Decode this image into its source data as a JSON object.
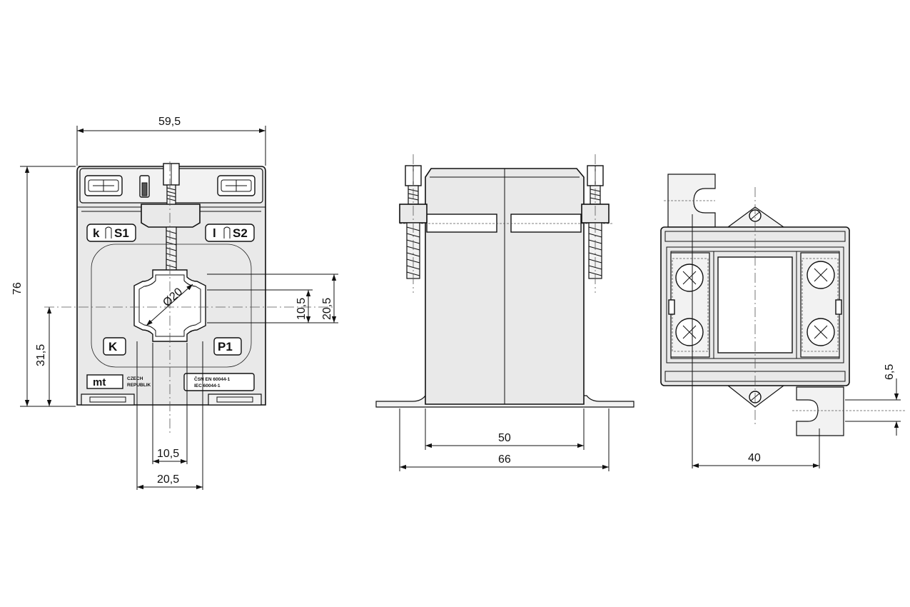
{
  "front_view": {
    "terminal_left": "k",
    "terminal_left_s": "S1",
    "terminal_right": "l",
    "terminal_right_s": "S2",
    "primary_left": "K",
    "primary_right": "P1",
    "logo": "mt",
    "origin_line1": "CZECH",
    "origin_line2": "REPUBLIK",
    "standard_line1": "ČSN EN 60044-1",
    "standard_line2": "IEC 60044-1",
    "window_diameter": "Ø20",
    "dim_width": "59,5",
    "dim_height": "76",
    "dim_center_height": "31,5",
    "dim_window_inner_v": "10,5",
    "dim_window_outer_v": "20,5",
    "dim_window_inner_h": "10,5",
    "dim_window_outer_h": "20,5"
  },
  "side_view": {
    "dim_body_depth": "50",
    "dim_base_depth": "66"
  },
  "bottom_view": {
    "dim_mount_width": "40",
    "dim_slot": "6,5"
  },
  "colors": {
    "line": "#111111",
    "fill": "#e9e9e9",
    "background": "#ffffff"
  }
}
